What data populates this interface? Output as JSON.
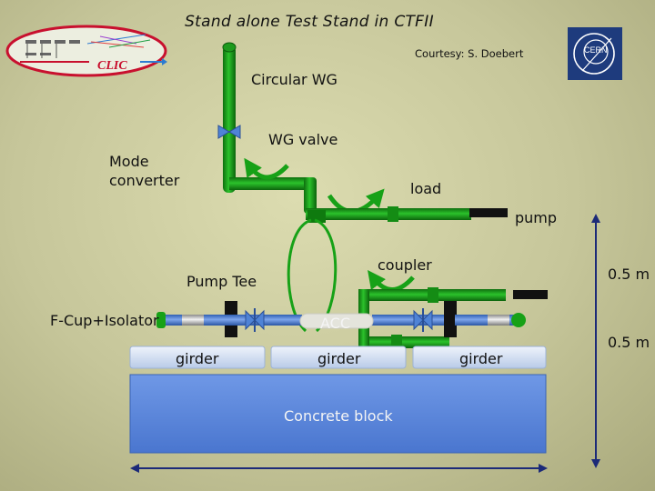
{
  "title": "Stand alone Test Stand in CTFII",
  "courtesy": "Courtesy: S. Doebert",
  "clic_logo_text": "CLIC",
  "cern_logo_text": "CERN",
  "labels": {
    "circular_wg": "Circular WG",
    "wg_valve": "WG valve",
    "mode_converter_1": "Mode",
    "mode_converter_2": "converter",
    "load": "load",
    "pump": "pump",
    "coupler": "coupler",
    "pump_tee": "Pump Tee",
    "fcup_isolator": "F-Cup+Isolator",
    "acc": "ACC",
    "girder_1": "girder",
    "girder_2": "girder",
    "girder_3": "girder",
    "concrete_block": "Concrete block",
    "dim_upper": "0.5 m",
    "dim_lower": "0.5 m"
  },
  "colors": {
    "waveguide_green": "#17a117",
    "beam_pipe_blue": "#4f83d6",
    "girder_blue": "#cfdcf2",
    "concrete_blue": "#5b87dc",
    "dimension_navy": "#1c2a78"
  }
}
